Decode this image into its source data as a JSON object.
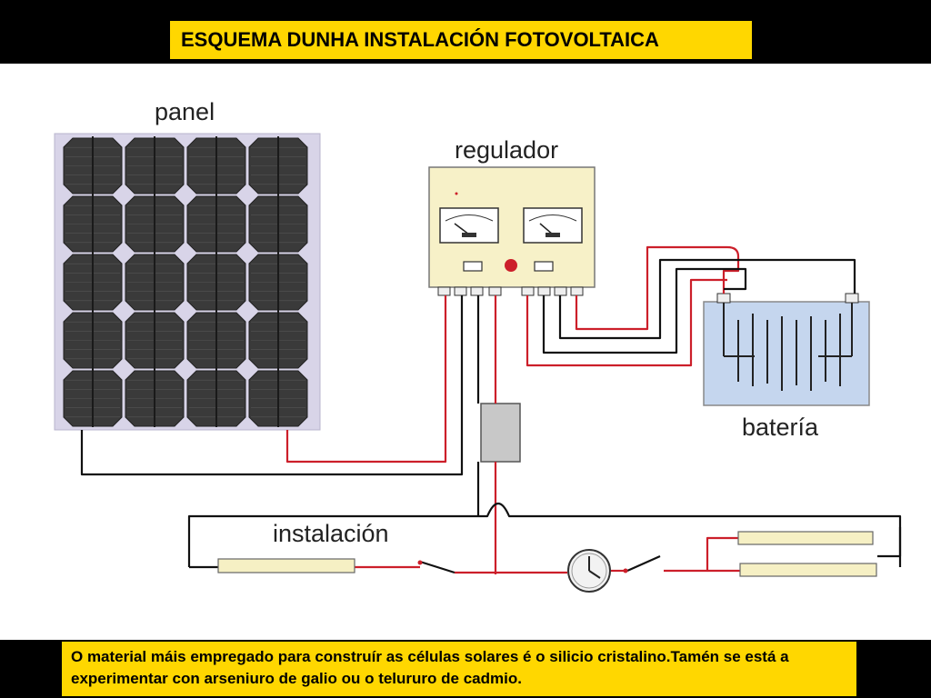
{
  "title": "ESQUEMA DUNHA INSTALACIÓN FOTOVOLTAICA",
  "labels": {
    "panel": "panel",
    "regulador": "regulador",
    "bateria": "batería",
    "instalacion": "instalación"
  },
  "caption": "O material máis empregado para construír as células solares é o silicio cristalino.Tamén se está a experimentar con arseniuro de galio ou o telururo de cadmio.",
  "colors": {
    "banner": "#ffd700",
    "background_bars": "#000000",
    "panel_frame": "#d8d4e8",
    "solar_cell": "#3a3a3a",
    "regulator": "#f7f1c8",
    "battery": "#c5d6ee",
    "wire_positive": "#cc1f2a",
    "wire_negative": "#111111",
    "lamp": "#f6f0c4",
    "junction_box": "#c8c8c8"
  },
  "icons": {
    "clock": "clock-icon",
    "gauge": "gauge-icon"
  }
}
